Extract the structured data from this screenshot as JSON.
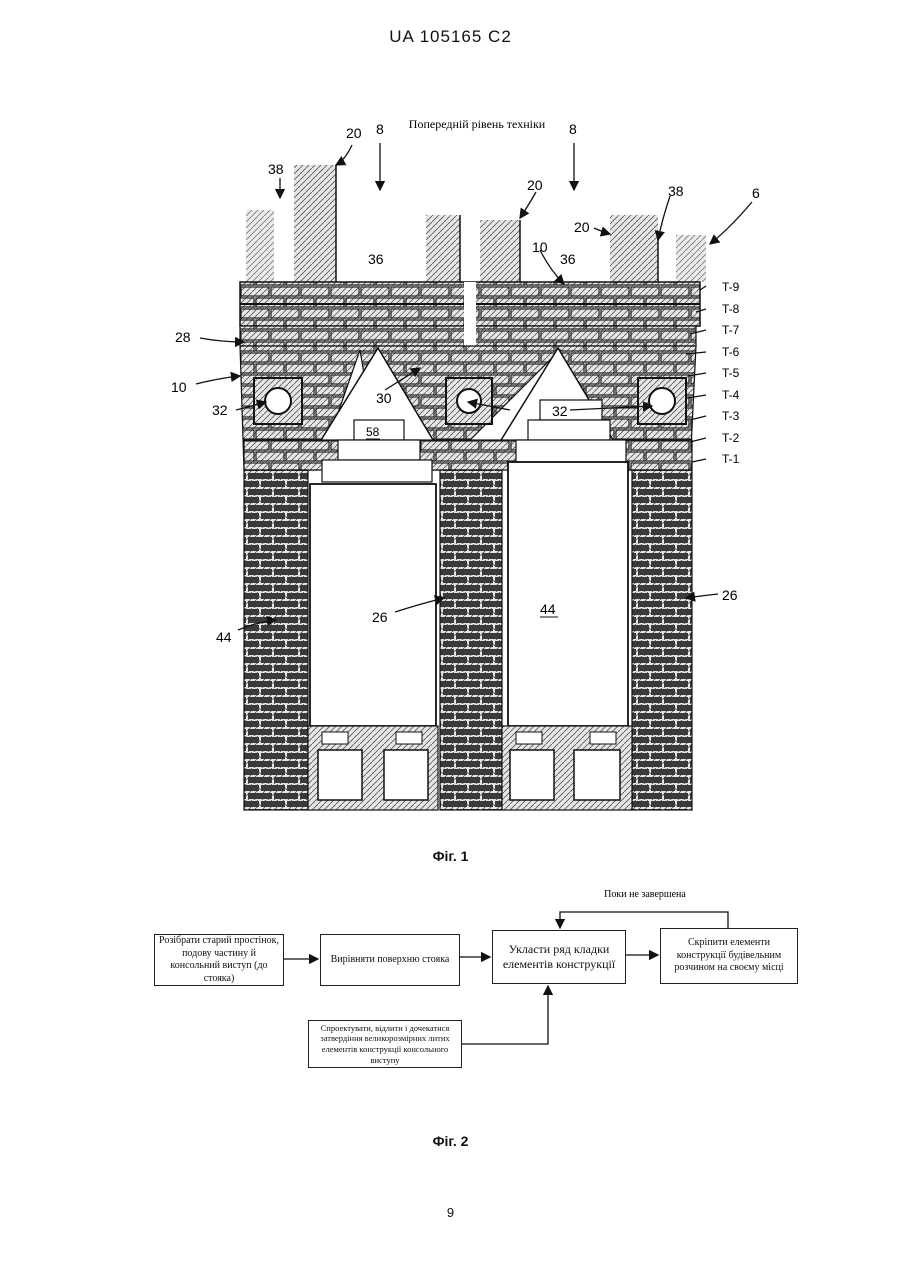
{
  "page": {
    "header": "UA   105165   C2",
    "page_number": "9"
  },
  "fig1": {
    "caption": "Фіг. 1",
    "prior_art": "Попередній рівень техніки",
    "refs": {
      "r20a": "20",
      "r8a": "8",
      "r8b": "8",
      "r38a": "38",
      "r20b": "20",
      "r20c": "20",
      "r38b": "38",
      "r6": "6",
      "r10a": "10",
      "r36a": "36",
      "r36b": "36",
      "r28": "28",
      "r10b": "10",
      "r32a": "32",
      "r30": "30",
      "r32b": "32",
      "r58": "58",
      "r44a": "44",
      "r26a": "26",
      "r44b": "44",
      "r26b": "26"
    },
    "tiers": [
      "T-9",
      "T-8",
      "T-7",
      "T-6",
      "T-5",
      "T-4",
      "T-3",
      "T-2",
      "T-1"
    ]
  },
  "fig2": {
    "caption": "Фіг. 2",
    "loop_label": "Поки не завершена",
    "box1": "Розібрати старий простінок, подову частину й консольний виступ (до стояка)",
    "box2": "Вирівняти поверхню стояка",
    "box3": "Укласти ряд кладки елементів конструкції",
    "box4": "Скріпити елементи конструкції будівельним розчином на своєму місці",
    "box5": "Спроектувати, відлити і дочекатися затвердіння великорозмірних литих елементів конструкції консольного виступу"
  }
}
